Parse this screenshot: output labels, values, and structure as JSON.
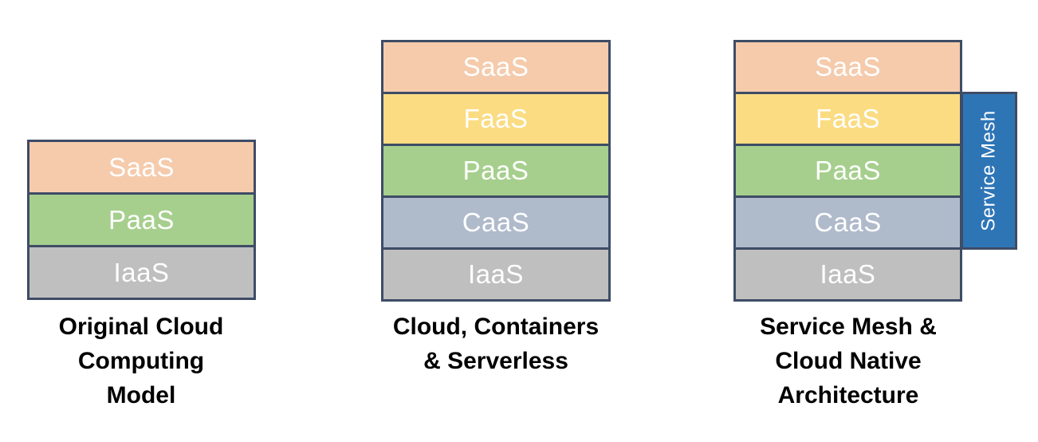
{
  "colors": {
    "background": "#ffffff",
    "border": "#3e4c66",
    "saas": "#f5cbac",
    "faas": "#fbdc82",
    "paas": "#a6cf8d",
    "caas": "#afbacb",
    "iaas": "#bfbfbf",
    "mesh": "#2e75b6",
    "layer_text": "#ffffff",
    "caption_text": "#000000"
  },
  "diagrams": [
    {
      "caption_lines": [
        "Original Cloud",
        "Computing",
        "Model"
      ],
      "layers": [
        {
          "label": "SaaS"
        },
        {
          "label": "PaaS"
        },
        {
          "label": "IaaS"
        }
      ]
    },
    {
      "caption_lines": [
        "Cloud, Containers",
        "& Serverless"
      ],
      "layers": [
        {
          "label": "SaaS"
        },
        {
          "label": "FaaS"
        },
        {
          "label": "PaaS"
        },
        {
          "label": "CaaS"
        },
        {
          "label": "IaaS"
        }
      ]
    },
    {
      "caption_lines": [
        "Service Mesh &",
        "Cloud Native",
        "Architecture"
      ],
      "layers": [
        {
          "label": "SaaS"
        },
        {
          "label": "FaaS"
        },
        {
          "label": "PaaS"
        },
        {
          "label": "CaaS"
        },
        {
          "label": "IaaS"
        }
      ],
      "sidebar": {
        "label": "Service Mesh"
      }
    }
  ]
}
